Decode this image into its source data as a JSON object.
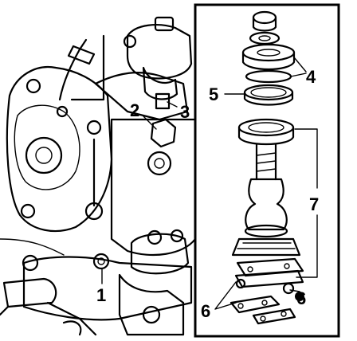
{
  "callouts": {
    "c1": "1",
    "c2": "2",
    "c3": "3",
    "c4": "4",
    "c5": "5",
    "c6": "6",
    "c6b": "6",
    "c7": "7"
  },
  "colors": {
    "ink": "#000000",
    "paper": "#ffffff"
  }
}
